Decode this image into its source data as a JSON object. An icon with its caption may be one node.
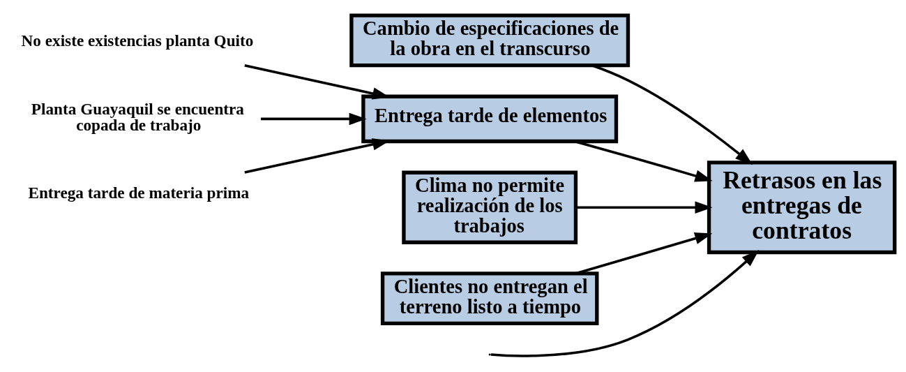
{
  "diagram": {
    "nodes": [
      {
        "text": [
          "Cambio de especificaciones de la obra en el transcurso"
        ]
      },
      {
        "text": [
          "Entrega tarde de elementos"
        ]
      },
      {
        "text": [
          "Clima no permite realización de los trabajos"
        ]
      },
      {
        "text": [
          "Clientes no entregan el terreno listo a tiempo"
        ]
      },
      {
        "text": [
          "Retrasos en las entregas de contratos"
        ]
      },
      {
        "text": [
          "No existe existencias planta Quito"
        ]
      },
      {
        "text": [
          "Planta Guayaquil se encuentra copada de trabajo"
        ]
      },
      {
        "text": [
          "Entrega tarde de materia prima"
        ]
      }
    ],
    "edges": [
      {
        "from": null,
        "to": 4,
        "arrow": "to"
      },
      {
        "from": 0,
        "to": 4,
        "arrow": "to"
      },
      {
        "from": 1,
        "to": 4,
        "arrow": "to"
      },
      {
        "from": 2,
        "to": 4,
        "arrow": "to"
      },
      {
        "from": 3,
        "to": 4,
        "arrow": "to"
      },
      {
        "from": 5,
        "to": 1,
        "arrow": "to"
      },
      {
        "from": 6,
        "to": 1,
        "arrow": "to"
      },
      {
        "from": 7,
        "to": 1,
        "arrow": "to"
      }
    ]
  }
}
